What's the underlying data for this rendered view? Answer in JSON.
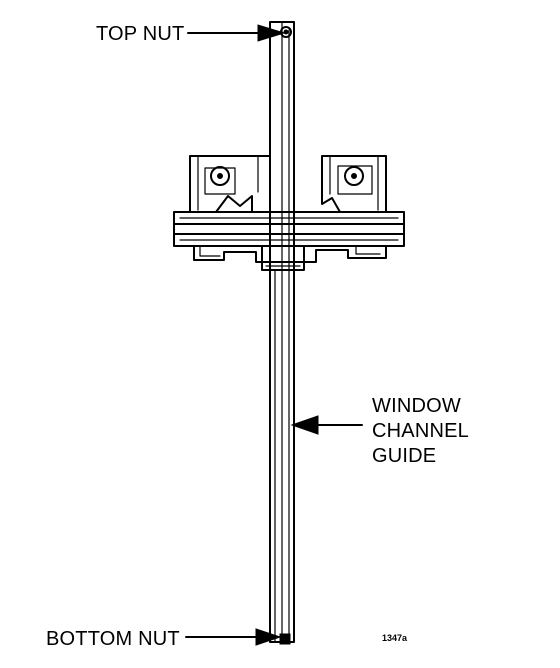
{
  "labels": {
    "top_nut": "TOP NUT",
    "bottom_nut": "BOTTOM NUT",
    "guide_line1": "WINDOW",
    "guide_line2": "CHANNEL",
    "guide_line3": "GUIDE",
    "figure_id": "1347a"
  },
  "colors": {
    "ink": "#000000",
    "paper": "#ffffff"
  }
}
